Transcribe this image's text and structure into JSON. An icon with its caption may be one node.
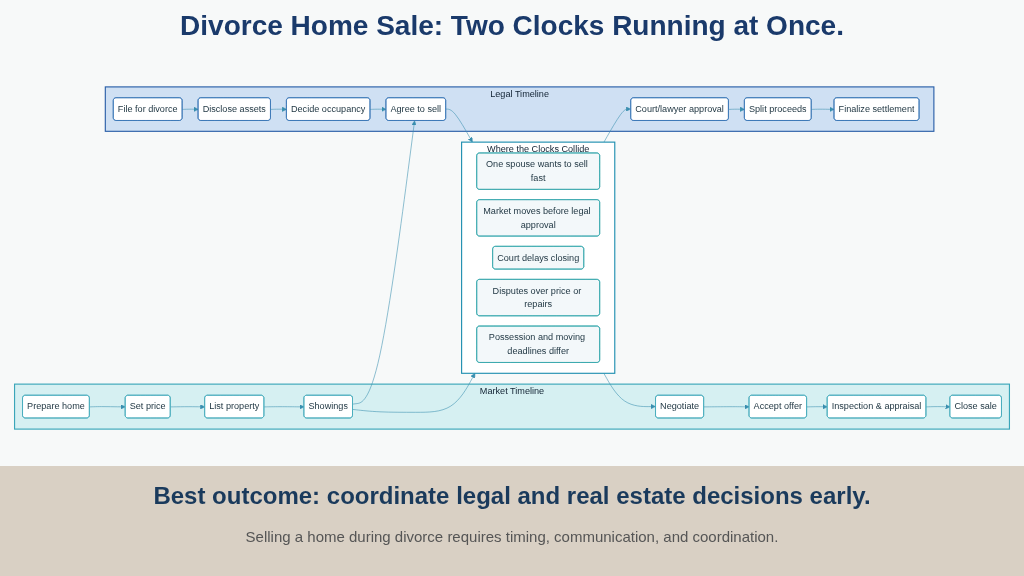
{
  "diagram": {
    "title": "Divorce Home Sale: Two Clocks Running at Once.",
    "caption": "Selling a home during divorce requires timing, communication, and coordination.",
    "nodes": [
      {
        "text": [
          "Market Timeline"
        ]
      },
      {
        "text": [
          "Prepare home"
        ],
        "in": 0
      },
      {
        "text": [
          "Set price"
        ],
        "in": 0
      },
      {
        "text": [
          "List property"
        ],
        "in": 0
      },
      {
        "text": [
          "Showings"
        ],
        "in": 0
      },
      {
        "text": [
          "Negotiate"
        ],
        "in": 0
      },
      {
        "text": [
          "Accept offer"
        ],
        "in": 0
      },
      {
        "text": [
          "Inspection & appraisal"
        ],
        "in": 0
      },
      {
        "text": [
          "Close sale"
        ],
        "in": 0
      },
      {
        "text": [
          "Legal Timeline"
        ]
      },
      {
        "text": [
          "File for divorce"
        ],
        "in": 9
      },
      {
        "text": [
          "Disclose assets"
        ],
        "in": 9
      },
      {
        "text": [
          "Decide occupancy"
        ],
        "in": 9
      },
      {
        "text": [
          "Agree to sell"
        ],
        "in": 9
      },
      {
        "text": [
          "Court/lawyer approval"
        ],
        "in": 9
      },
      {
        "text": [
          "Split proceeds"
        ],
        "in": 9
      },
      {
        "text": [
          "Finalize settlement"
        ],
        "in": 9
      },
      {
        "text": [
          "Where the Clocks Collide"
        ]
      },
      {
        "text": [
          "One spouse wants to sell fast"
        ],
        "in": 17
      },
      {
        "text": [
          "Market moves before legal approval"
        ],
        "in": 17
      },
      {
        "text": [
          "Court delays closing"
        ],
        "in": 17
      },
      {
        "text": [
          "Disputes over price or repairs"
        ],
        "in": 17
      },
      {
        "text": [
          "Possession and moving deadlines differ"
        ],
        "in": 17
      }
    ],
    "edges": [
      {
        "from": 1,
        "to": 2,
        "arrow": "to"
      },
      {
        "from": 2,
        "to": 3,
        "arrow": "to"
      },
      {
        "from": 3,
        "to": 4,
        "arrow": "to"
      },
      {
        "from": 4,
        "to": 17,
        "arrow": "to"
      },
      {
        "from": 17,
        "to": 5,
        "arrow": "to"
      },
      {
        "from": 5,
        "to": 6,
        "arrow": "to"
      },
      {
        "from": 6,
        "to": 7,
        "arrow": "to"
      },
      {
        "from": 7,
        "to": 8,
        "arrow": "to"
      },
      {
        "from": 4,
        "to": 13,
        "arrow": "to"
      },
      {
        "from": 10,
        "to": 11,
        "arrow": "to"
      },
      {
        "from": 11,
        "to": 12,
        "arrow": "to"
      },
      {
        "from": 12,
        "to": 13,
        "arrow": "to"
      },
      {
        "from": 13,
        "to": 17,
        "arrow": "to"
      },
      {
        "from": 17,
        "to": 14,
        "arrow": "to"
      },
      {
        "from": 14,
        "to": 15,
        "arrow": "to"
      },
      {
        "from": 15,
        "to": 16,
        "arrow": "to"
      }
    ],
    "labels": [
      "Best outcome: coordinate legal and real estate decisions early."
    ]
  }
}
